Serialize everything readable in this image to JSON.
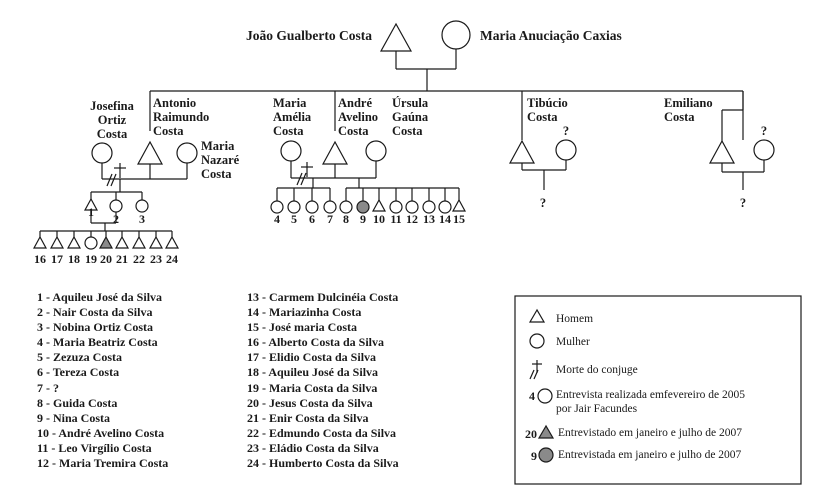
{
  "founders": {
    "father": "João Gualberto Costa",
    "mother": "Maria Anuciação Caxias"
  },
  "children": {
    "josefina": "Josefina Ortiz Costa",
    "antonio": "Antonio Raimundo Costa",
    "maria_nazare": "Maria Nazaré Costa",
    "maria_amelia": "Maria Amélia Costa",
    "andre": "André Avelino Costa",
    "ursula": "Úrsula Gaúna Costa",
    "tibucio": "Tibúcio Costa",
    "emiliano": "Emiliano Costa"
  },
  "unknown_mark": "?",
  "death_mark": "✝",
  "divorce_mark": "//",
  "generation_numbers": [
    "1",
    "2",
    "3",
    "4",
    "5",
    "6",
    "7",
    "8",
    "9",
    "10",
    "11",
    "12",
    "13",
    "14",
    "15",
    "16",
    "17",
    "18",
    "19",
    "20",
    "21",
    "22",
    "23",
    "24"
  ],
  "list_col1": [
    "1 - Aquileu José da Silva",
    "2 - Nair Costa da Silva",
    "3 - Nobina Ortiz Costa",
    "4 - Maria Beatriz Costa",
    "5 - Zezuza Costa",
    "6 - Tereza Costa",
    "7 - ?",
    "8 - Guida Costa",
    "9 - Nina Costa",
    "10 - André Avelino Costa",
    "11 - Leo Virgílio Costa",
    "12 - Maria Tremira Costa"
  ],
  "list_col2": [
    "13 - Carmem Dulcinéia Costa",
    "14 - Mariazinha Costa",
    "15 - José maria Costa",
    "16 - Alberto Costa da Silva",
    "17 - Elidio Costa da Silva",
    "18 - Aquileu José da Silva",
    "19 - Maria Costa da Silva",
    "20 - Jesus Costa da Silva",
    "21 - Enir Costa da Silva",
    "22 - Edmundo Costa da Silva",
    "23 - Eládio Costa da Silva",
    "24 - Humberto Costa da Silva"
  ],
  "legend": {
    "man": "Homem",
    "woman": "Mulher",
    "spouse_death": "Morte do conjuge",
    "interview_2005_num": "4",
    "interview_2005_line1": "Entrevista realizada emfevereiro de 2005",
    "interview_2005_line2": "por Jair Facundes",
    "interviewed_man_num": "20",
    "interviewed_man": "Entrevistado em janeiro e julho de 2007",
    "interviewed_woman_num": "9",
    "interviewed_woman": "Entrevistada em janeiro e julho de 2007"
  },
  "colors": {
    "ink": "#1a1a1a",
    "interviewed_fill": "#8a8a8a"
  }
}
